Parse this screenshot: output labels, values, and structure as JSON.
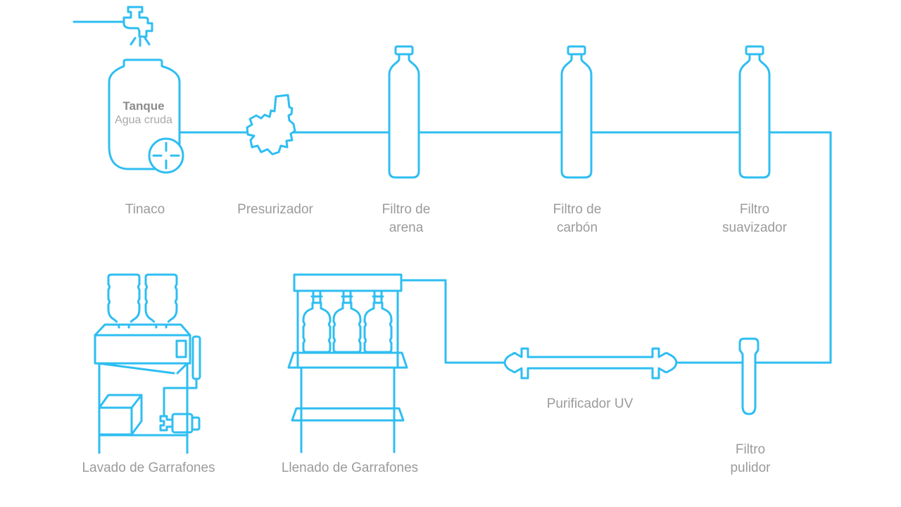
{
  "colors": {
    "line": "#2ebef2",
    "label": "#9b9b9b",
    "tank_title": "#8c8c8c",
    "tank_subtitle": "#a8a8a8",
    "background": "#ffffff"
  },
  "diagram": {
    "type": "water-purification-process-flow",
    "stations": {
      "tinaco": {
        "label": "Tinaco",
        "tank_title": "Tanque",
        "tank_subtitle": "Agua cruda"
      },
      "presurizador": {
        "label": "Presurizador"
      },
      "filtro_arena": {
        "label": "Filtro de\narena"
      },
      "filtro_carbon": {
        "label": "Filtro de\ncarbón"
      },
      "filtro_suavizador": {
        "label": "Filtro\nsuavizador"
      },
      "purificador_uv": {
        "label": "Purificador UV"
      },
      "filtro_pulidor": {
        "label": "Filtro\npulidor"
      },
      "lavado": {
        "label": "Lavado de Garrafones"
      },
      "llenado": {
        "label": "Llenado de Garrafones"
      }
    },
    "flow_order": [
      "tinaco",
      "presurizador",
      "filtro_arena",
      "filtro_carbon",
      "filtro_suavizador",
      "filtro_pulidor",
      "purificador_uv",
      "llenado"
    ]
  }
}
